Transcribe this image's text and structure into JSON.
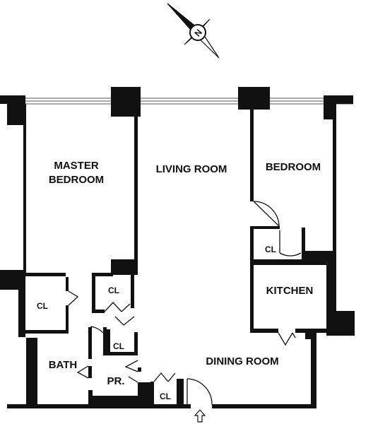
{
  "colors": {
    "wall": "#111111",
    "background": "#ffffff",
    "window": "#555555"
  },
  "compass": {
    "label": "N",
    "icon": "compass-rose-icon"
  },
  "rooms": {
    "master_bedroom_line1": "MASTER",
    "master_bedroom_line2": "BEDROOM",
    "living_room": "LIVING ROOM",
    "bedroom": "BEDROOM",
    "kitchen": "KITCHEN",
    "dining_room": "DINING ROOM",
    "bath": "BATH",
    "powder_room": "PR."
  },
  "closets": {
    "master_closet": "CL",
    "hall_closet_upper": "CL",
    "hall_closet_lower": "CL",
    "bedroom_closet": "CL",
    "entry_closet": "CL"
  },
  "entry": {
    "icon": "entry-arrow-icon"
  }
}
